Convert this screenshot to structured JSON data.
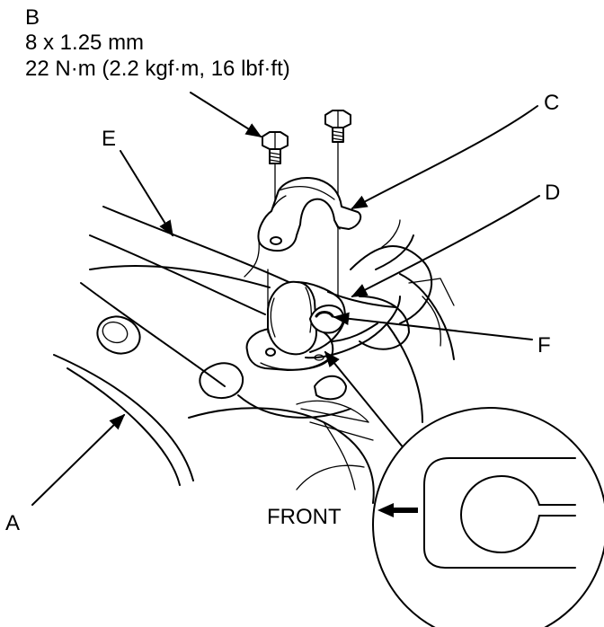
{
  "labels": {
    "a": "A",
    "b": "B",
    "c": "C",
    "d": "D",
    "e": "E",
    "f": "F"
  },
  "spec": {
    "bolt_size": "8 x 1.25 mm",
    "torque": "22 N·m (2.2 kgf·m, 16 lbf·ft)"
  },
  "detail": {
    "front_label": "FRONT"
  },
  "colors": {
    "ink": "#000000",
    "paper": "#ffffff"
  }
}
